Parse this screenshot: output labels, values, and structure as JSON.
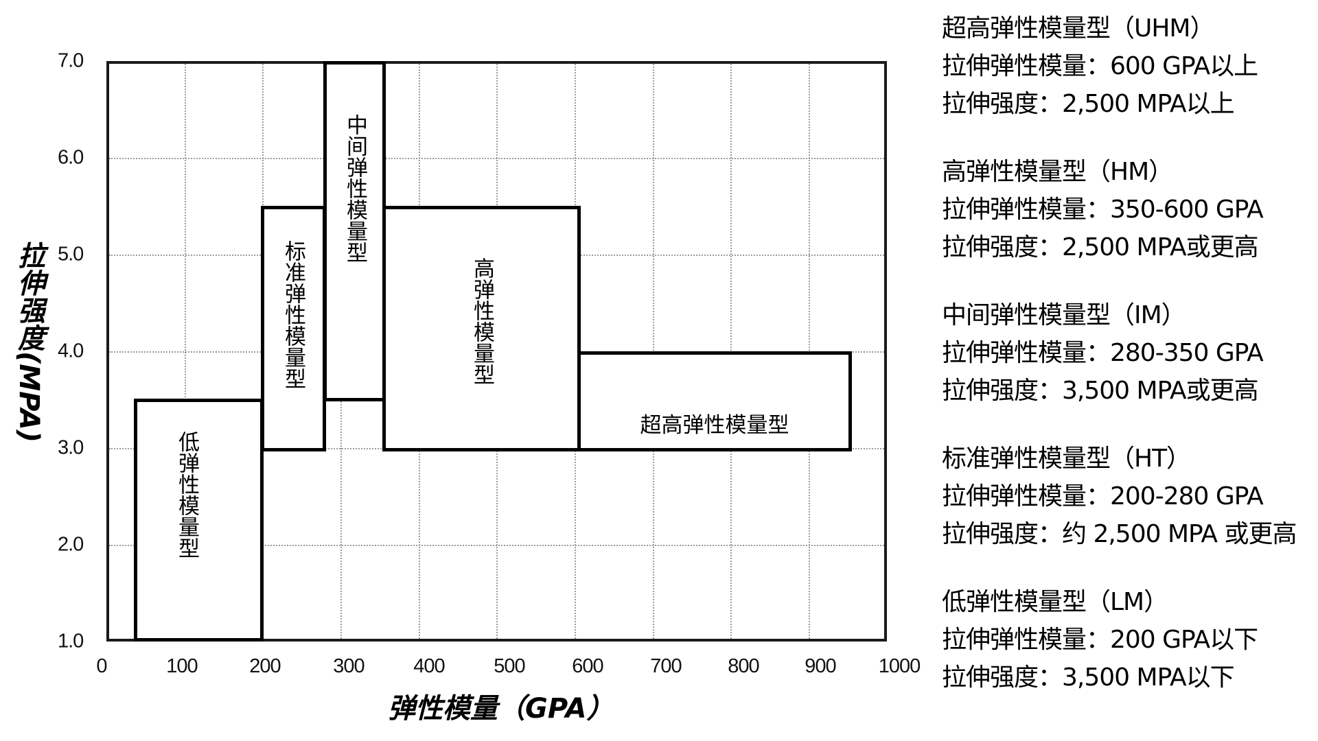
{
  "chart_data": {
    "type": "bar",
    "subtype": "range-rectangles",
    "title": "",
    "xlabel": "弹性模量（GPA）",
    "ylabel": "拉伸强度（MPA）",
    "xlim": [
      0,
      1000
    ],
    "ylim": [
      1.0,
      7.0
    ],
    "x_ticks": [
      "0",
      "100",
      "200",
      "300",
      "400",
      "500",
      "600",
      "700",
      "800",
      "900",
      "1000"
    ],
    "y_ticks": [
      "1.0",
      "2.0",
      "3.0",
      "4.0",
      "5.0",
      "6.0",
      "7.0"
    ],
    "grid": true,
    "series": [
      {
        "name": "低弹性模量型",
        "code": "LM",
        "x_range": [
          35,
          200
        ],
        "y_range": [
          1.0,
          3.5
        ]
      },
      {
        "name": "标准弹性模量型",
        "code": "HT",
        "x_range": [
          200,
          280
        ],
        "y_range": [
          2.5,
          5.0
        ]
      },
      {
        "name": "中间弹性模量型",
        "code": "IM",
        "x_range": [
          280,
          350
        ],
        "y_range": [
          3.5,
          7.0
        ]
      },
      {
        "name": "高弹性模量型",
        "code": "HM",
        "x_range": [
          350,
          600
        ],
        "y_range": [
          2.5,
          5.0
        ]
      },
      {
        "name": "超高弹性模量型",
        "code": "UHM",
        "x_range": [
          600,
          950
        ],
        "y_range": [
          2.5,
          4.0
        ]
      }
    ],
    "legend_position": "right"
  },
  "axes": {
    "xlabel": "弹性模量（GPA）",
    "ylabel_cjk": "拉伸强度",
    "ylabel_unit": "(MPA)",
    "x_ticks": [
      "0",
      "100",
      "200",
      "300",
      "400",
      "500",
      "600",
      "700",
      "800",
      "900",
      "1000"
    ],
    "y_ticks": [
      "1.0",
      "2.0",
      "3.0",
      "4.0",
      "5.0",
      "6.0",
      "7.0"
    ]
  },
  "boxes": {
    "lm": {
      "label": "低弹性模量型"
    },
    "ht": {
      "label": "标准弹性模量型"
    },
    "im": {
      "label": "中间弹性模量型"
    },
    "hm": {
      "label": "高弹性模量型"
    },
    "uhm": {
      "label": "超高弹性模量型"
    }
  },
  "legend": [
    {
      "title": "超高弹性模量型（UHM）",
      "modulus": "拉伸弹性模量：600 GPA以上",
      "strength": "拉伸强度：2,500 MPA以上"
    },
    {
      "title": "高弹性模量型（HM）",
      "modulus": "拉伸弹性模量：350-600 GPA",
      "strength": "拉伸强度：2,500 MPA或更高"
    },
    {
      "title": "中间弹性模量型（IM）",
      "modulus": "拉伸弹性模量：280-350 GPA",
      "strength": "拉伸强度：3,500 MPA或更高"
    },
    {
      "title": "标准弹性模量型（HT）",
      "modulus": "拉伸弹性模量：200-280 GPA",
      "strength": "拉伸强度：约 2,500 MPA 或更高"
    },
    {
      "title": "低弹性模量型（LM）",
      "modulus": "拉伸弹性模量：200 GPA以下",
      "strength": "拉伸强度：3,500 MPA以下"
    }
  ]
}
